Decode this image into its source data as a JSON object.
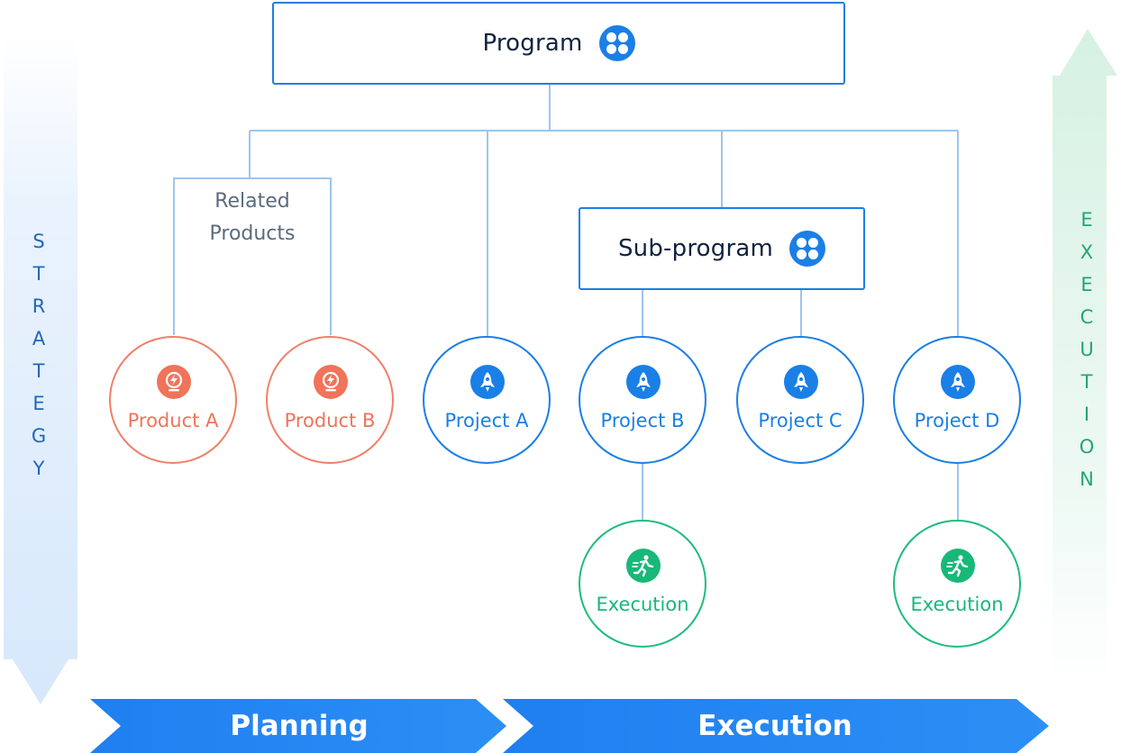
{
  "diagram": {
    "program": {
      "label": "Program",
      "icon": "grid-circles-icon"
    },
    "sub_program": {
      "label": "Sub-program",
      "icon": "grid-circles-icon"
    },
    "related_products": {
      "line1": "Related",
      "line2": "Products"
    },
    "nodes": [
      {
        "id": "product-a",
        "label": "Product A",
        "kind": "product",
        "icon": "lightning-bulb-icon"
      },
      {
        "id": "product-b",
        "label": "Product B",
        "kind": "product",
        "icon": "lightning-bulb-icon"
      },
      {
        "id": "project-a",
        "label": "Project A",
        "kind": "project",
        "icon": "rocket-icon"
      },
      {
        "id": "project-b",
        "label": "Project B",
        "kind": "project",
        "icon": "rocket-icon"
      },
      {
        "id": "project-c",
        "label": "Project C",
        "kind": "project",
        "icon": "rocket-icon"
      },
      {
        "id": "project-d",
        "label": "Project D",
        "kind": "project",
        "icon": "rocket-icon"
      },
      {
        "id": "execution-b",
        "label": "Execution",
        "kind": "execution",
        "icon": "runner-icon"
      },
      {
        "id": "execution-d",
        "label": "Execution",
        "kind": "execution",
        "icon": "runner-icon"
      }
    ],
    "left_axis_letters": [
      "S",
      "T",
      "R",
      "A",
      "T",
      "E",
      "G",
      "Y"
    ],
    "right_axis_letters": [
      "E",
      "X",
      "E",
      "C",
      "U",
      "T",
      "I",
      "O",
      "N"
    ],
    "bands": {
      "planning": "Planning",
      "execution": "Execution"
    },
    "colors": {
      "primary_blue": "#1a7fe6",
      "product_orange": "#f0735a",
      "execution_green": "#18b878",
      "connector": "#9cc6ef",
      "strategy_arrow": "#dbeafc",
      "execution_arrow": "#dcf3e8"
    }
  }
}
